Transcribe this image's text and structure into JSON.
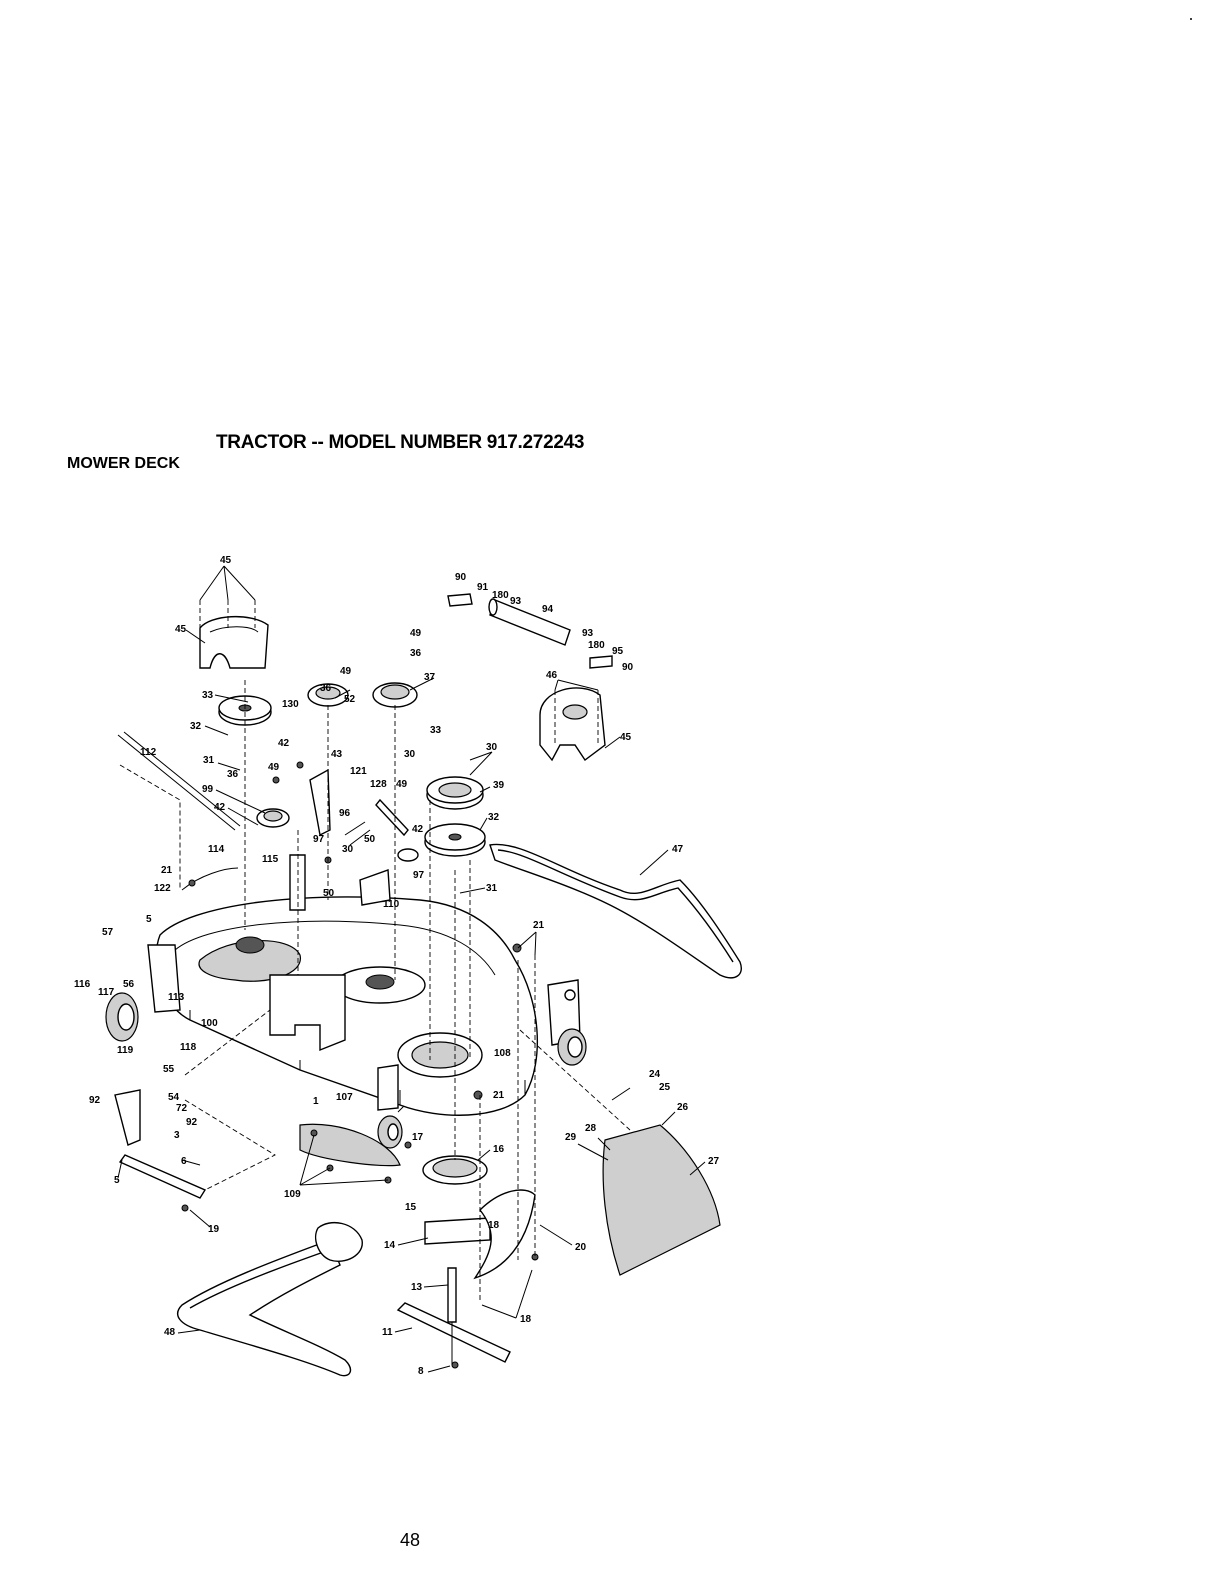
{
  "header": {
    "title": "TRACTOR -- MODEL NUMBER 917.272243",
    "section": "MOWER DECK"
  },
  "footer": {
    "page_number": "48"
  },
  "callouts": [
    "45",
    "45",
    "33",
    "32",
    "31",
    "36",
    "99",
    "42",
    "130",
    "42",
    "49",
    "36",
    "52",
    "49",
    "43",
    "121",
    "96",
    "97",
    "115",
    "112",
    "114",
    "21",
    "122",
    "57",
    "5",
    "116",
    "117",
    "56",
    "113",
    "100",
    "119",
    "118",
    "55",
    "92",
    "54",
    "72",
    "92",
    "3",
    "6",
    "5",
    "19",
    "49",
    "36",
    "37",
    "90",
    "91",
    "180",
    "93",
    "94",
    "93",
    "180",
    "95",
    "90",
    "46",
    "45",
    "33",
    "30",
    "30",
    "128",
    "49",
    "39",
    "42",
    "32",
    "50",
    "30",
    "97",
    "50",
    "110",
    "31",
    "47",
    "21",
    "108",
    "21",
    "1",
    "107",
    "109",
    "17",
    "16",
    "15",
    "14",
    "18",
    "20",
    "13",
    "18",
    "11",
    "8",
    "48",
    "24",
    "25",
    "26",
    "28",
    "29",
    "27"
  ]
}
